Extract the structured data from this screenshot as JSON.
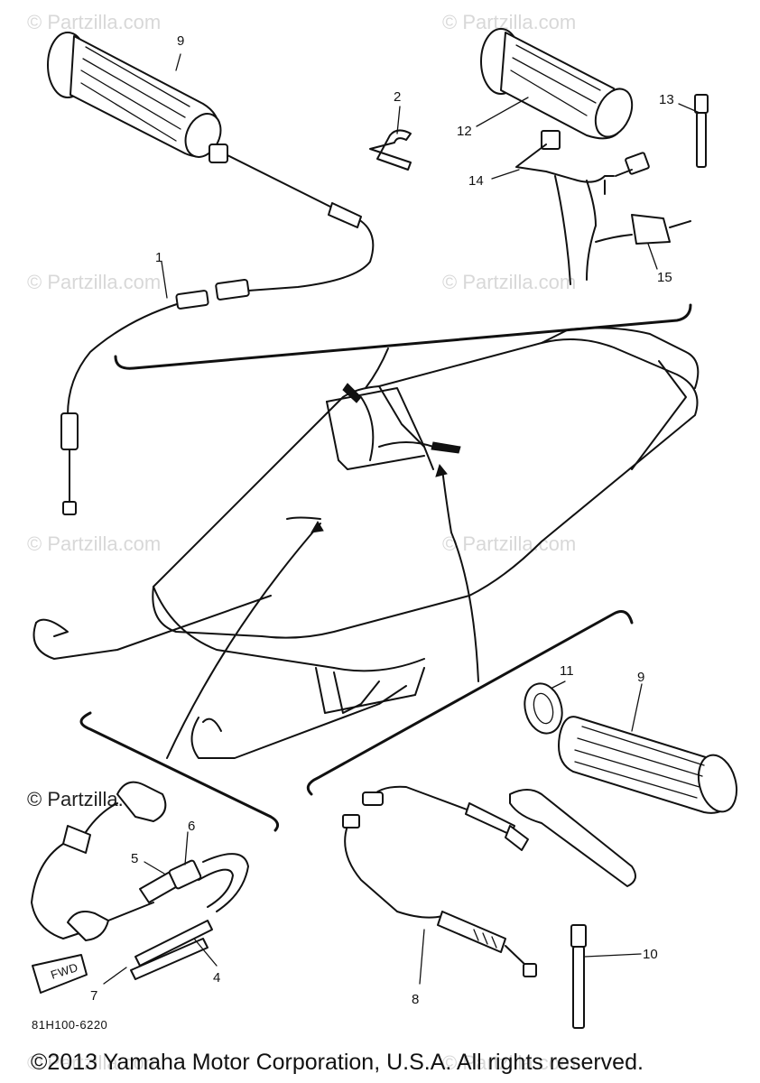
{
  "watermark": {
    "text": "© Partzilla.com",
    "prominent_text": "© Partzilla.com"
  },
  "callouts": {
    "c1": "1",
    "c2": "2",
    "c4": "4",
    "c5": "5",
    "c6": "6",
    "c7": "7",
    "c8": "8",
    "c9_top": "9",
    "c9_right": "9",
    "c10": "10",
    "c11": "11",
    "c12": "12",
    "c13": "13",
    "c14": "14",
    "c15": "15"
  },
  "diagram_code": "81H100-6220",
  "fwd_label": "FWD",
  "copyright": "©2013 Yamaha Motor Corporation, U.S.A. All rights reserved."
}
